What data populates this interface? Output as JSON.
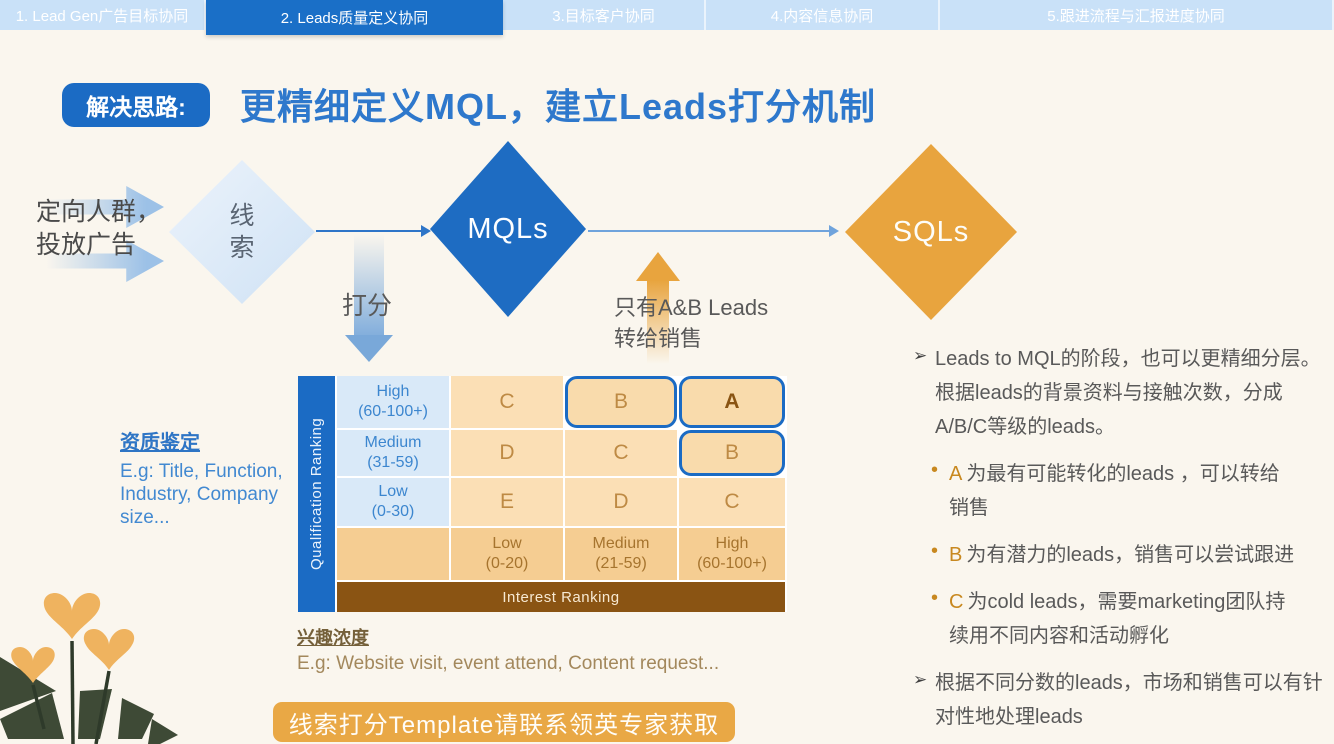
{
  "nav_tabs": [
    {
      "label": "1. Lead Gen广告目标协同",
      "active": false
    },
    {
      "label": "2. Leads质量定义协同",
      "active": true
    },
    {
      "label": "3.目标客户协同",
      "active": false
    },
    {
      "label": "4.内容信息协同",
      "active": false
    },
    {
      "label": "5.跟进流程与汇报进度协同",
      "active": false
    }
  ],
  "header": {
    "badge": "解决思路:",
    "title": "更精细定义MQL，建立Leads打分机制"
  },
  "funnel": {
    "audience_line1": "定向人群，",
    "audience_line2": "投放广告",
    "leads_char1": "线",
    "leads_char2": "索",
    "mql_label": "MQLs",
    "sql_label": "SQLs",
    "score_label": "打分",
    "handoff_line1": "只有A&B Leads",
    "handoff_line2": "转给销售"
  },
  "matrix": {
    "y_axis_label": "Qualification Ranking",
    "x_axis_label": "Interest Ranking",
    "row_headers": [
      {
        "label": "High",
        "range": "(60-100+)"
      },
      {
        "label": "Medium",
        "range": "(31-59)"
      },
      {
        "label": "Low",
        "range": "(0-30)"
      }
    ],
    "col_headers": [
      {
        "label": "Low",
        "range": "(0-20)"
      },
      {
        "label": "Medium",
        "range": "(21-59)"
      },
      {
        "label": "High",
        "range": "(60-100+)"
      }
    ],
    "grid": [
      [
        "C",
        "B",
        "A"
      ],
      [
        "D",
        "C",
        "B"
      ],
      [
        "E",
        "D",
        "C"
      ]
    ]
  },
  "qualification_note": {
    "title": "资质鉴定",
    "body": "E.g: Title, Function, Industry, Company size..."
  },
  "interest_note": {
    "title": "兴趣浓度",
    "body": "E.g: Website visit, event attend, Content request..."
  },
  "glyphs": {
    "arrow_bullet": "➢",
    "dot_bullet": "•"
  },
  "insights": [
    {
      "type": "arrow",
      "text": "Leads to MQL的阶段，也可以更精细分层。根据leads的背景资料与接触次数，分成A/B/C等级的leads。"
    },
    {
      "type": "dot",
      "prefix": "A",
      "text": "为最有可能转化的leads ，可以转给销售"
    },
    {
      "type": "dot",
      "prefix": "B",
      "text": "为有潜力的leads，销售可以尝试跟进"
    },
    {
      "type": "dot",
      "prefix": "C",
      "text": "为cold leads，需要marketing团队持续用不同内容和活动孵化"
    },
    {
      "type": "arrow",
      "text": "根据不同分数的leads，市场和销售可以有针对性地处理leads"
    }
  ],
  "cta_button": "线索打分Template请联系领英专家获取",
  "colors": {
    "background": "#FAF6EE",
    "primary_blue": "#1B6BC4",
    "tab_light_blue": "#C9E1F8",
    "title_blue": "#2E78CC",
    "accent_orange": "#E8A43E",
    "brown_bar": "#8A5413",
    "cell_peach": "#FBDFB5",
    "col_header_peach": "#F5CD92",
    "row_header_blue": "#D9E9F8",
    "grade_brown": "#BE8A44",
    "text_gray": "#595959",
    "leaf_green": "#3E4A36"
  }
}
